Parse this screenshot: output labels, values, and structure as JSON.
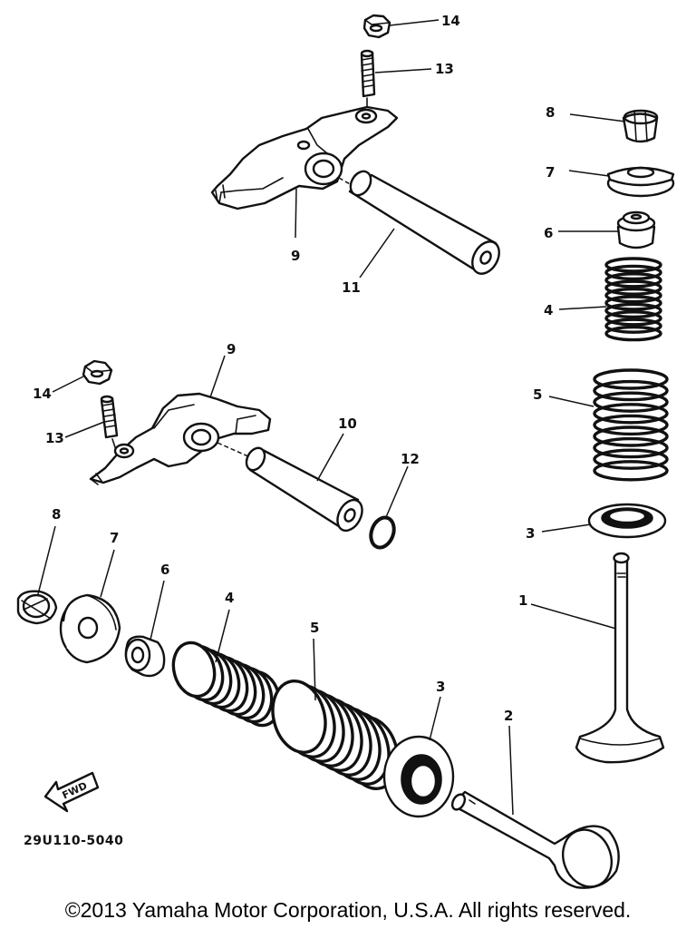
{
  "diagram": {
    "drawing_code": "29U110-5040",
    "fwd_label": "FWD",
    "callouts": {
      "c14_top": "14",
      "c13_top": "13",
      "c9_top": "9",
      "c11": "11",
      "c8_right": "8",
      "c7_right": "7",
      "c6_right": "6",
      "c4_right": "4",
      "c9_mid": "9",
      "c14_mid": "14",
      "c13_mid": "13",
      "c10": "10",
      "c12": "12",
      "c5_right": "5",
      "c3_right": "3",
      "c1": "1",
      "c8_low": "8",
      "c7_low": "7",
      "c6_low": "6",
      "c4_low": "4",
      "c5_low": "5",
      "c3_low": "3",
      "c2": "2"
    }
  },
  "footer": {
    "copyright": "©2013 Yamaha Motor Corporation, U.S.A. All rights reserved."
  }
}
